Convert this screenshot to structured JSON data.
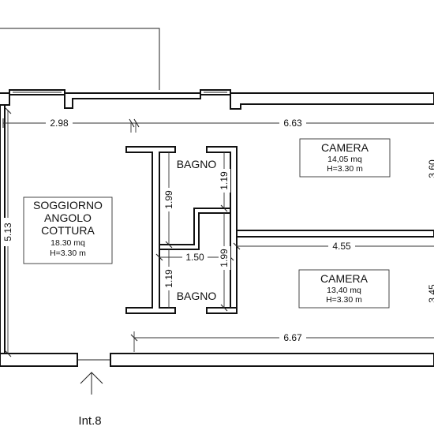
{
  "rooms": {
    "soggiorno": {
      "name_l1": "SOGGIORNO",
      "name_l2": "ANGOLO",
      "name_l3": "COTTURA",
      "area": "18.30 mq",
      "height": "H=3.30 m"
    },
    "camera_top": {
      "name": "CAMERA",
      "area": "14,05 mq",
      "height": "H=3.30 m"
    },
    "camera_bottom": {
      "name": "CAMERA",
      "area": "13,40 mq",
      "height": "H=3.30 m"
    },
    "bagno_top": {
      "name": "BAGNO"
    },
    "bagno_bottom": {
      "name": "BAGNO"
    }
  },
  "dimensions": {
    "top_left": "2.98",
    "top_right": "6.63",
    "left_vertical": "5.13",
    "bottom_right": "6.67",
    "corridor": "4.55",
    "bath_width": "1.50",
    "bath_top_left": "1.99",
    "bath_top_right": "1.19",
    "bath_bottom_left": "1.19",
    "bath_bottom_right": "1.99",
    "right_top_partial": "3.60",
    "right_bottom_partial": "3.45"
  },
  "entrance": {
    "label": "Int.8"
  }
}
